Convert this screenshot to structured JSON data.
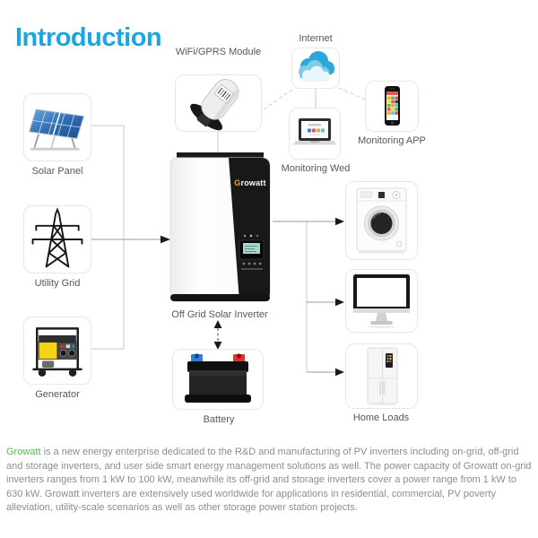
{
  "page": {
    "title": "Introduction"
  },
  "colors": {
    "title_blue": "#1ca6e0",
    "brand_green": "#5cb85c",
    "brand_orange": "#f7a01d",
    "body_text_gray": "#8d8d8d",
    "label_gray": "#54585a",
    "cloud_blue": "#2ba7db",
    "battery_terminal_blue": "#2f7fd2",
    "battery_terminal_red": "#d03a3a"
  },
  "nodes": {
    "solar_panel": {
      "label": "Solar Panel"
    },
    "utility_grid": {
      "label": "Utility Grid"
    },
    "generator": {
      "label": "Generator"
    },
    "wifi_module": {
      "label": "WiFi/GPRS Module"
    },
    "internet": {
      "label": "Internet"
    },
    "monitoring_web": {
      "label": "Monitoring Wed"
    },
    "monitoring_app": {
      "label": "Monitoring APP"
    },
    "inverter": {
      "label": "Off Grid Solar Inverter",
      "brand_g": "G",
      "brand_rest": "rowatt"
    },
    "battery": {
      "label": "Battery"
    },
    "home_loads": {
      "label": "Home Loads"
    }
  },
  "paragraph": {
    "brand": "Growatt",
    "body": " is a new energy enterprise dedicated to the R&D and manufacturing of PV inverters including on-grid, off-grid and storage inverters, and user side smart energy management solutions as well. The power capacity of Growatt on-grid inverters ranges from 1 kW to 100 kW, meanwhile its off-grid and storage inverters cover a power range from 1 kW to 630 kW. Growatt inverters are extensively used worldwide for applications in residential, commercial, PV poverty alleviation, utility-scale scenarios as well as other storage power station projects."
  }
}
